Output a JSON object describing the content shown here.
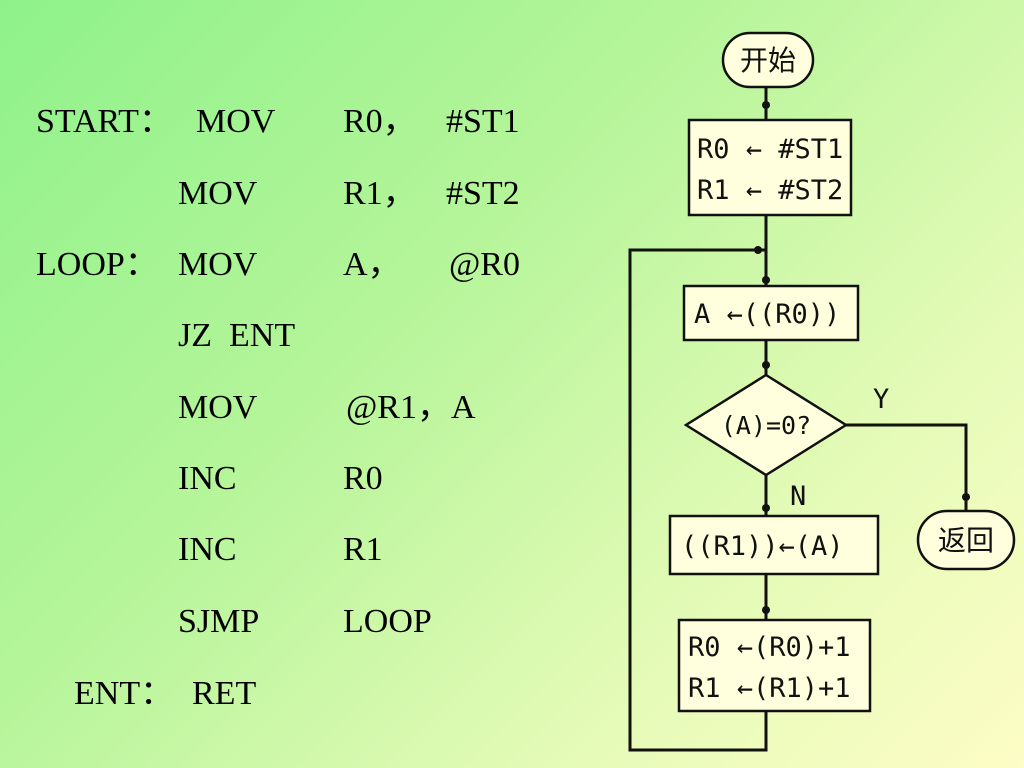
{
  "program": {
    "lines": [
      {
        "label": "START：",
        "op": "MOV",
        "operand1": "R0，",
        "operand2": "#ST1"
      },
      {
        "label": "",
        "op": "MOV",
        "operand1": "R1，",
        "operand2": "#ST2"
      },
      {
        "label": "LOOP：",
        "op": "MOV",
        "operand1": "A，",
        "operand2": "@R0"
      },
      {
        "label": "",
        "op": "JZ  ENT",
        "operand1": "",
        "operand2": ""
      },
      {
        "label": "",
        "op": "MOV",
        "operand1": "@R1，A",
        "operand2": ""
      },
      {
        "label": "",
        "op": "INC",
        "operand1": "R0",
        "operand2": ""
      },
      {
        "label": "",
        "op": "INC",
        "operand1": "R1",
        "operand2": ""
      },
      {
        "label": "",
        "op": "SJMP",
        "operand1": "LOOP",
        "operand2": ""
      },
      {
        "label": "ENT：",
        "op": "RET",
        "operand1": "",
        "operand2": ""
      }
    ]
  },
  "flowchart": {
    "start": "开始",
    "init": [
      "R0 ← #ST1",
      "R1 ← #ST2"
    ],
    "load": "A ←((R0))",
    "decision": "(A)=0?",
    "yes_label": "Y",
    "no_label": "N",
    "store": "((R1))←(A)",
    "increment": [
      "R0 ←(R0)+1",
      "R1 ←(R1)+1"
    ],
    "return": "返回"
  },
  "colors": {
    "line": "#111111",
    "box_fill": "#ffffdd",
    "text": "#000000"
  }
}
